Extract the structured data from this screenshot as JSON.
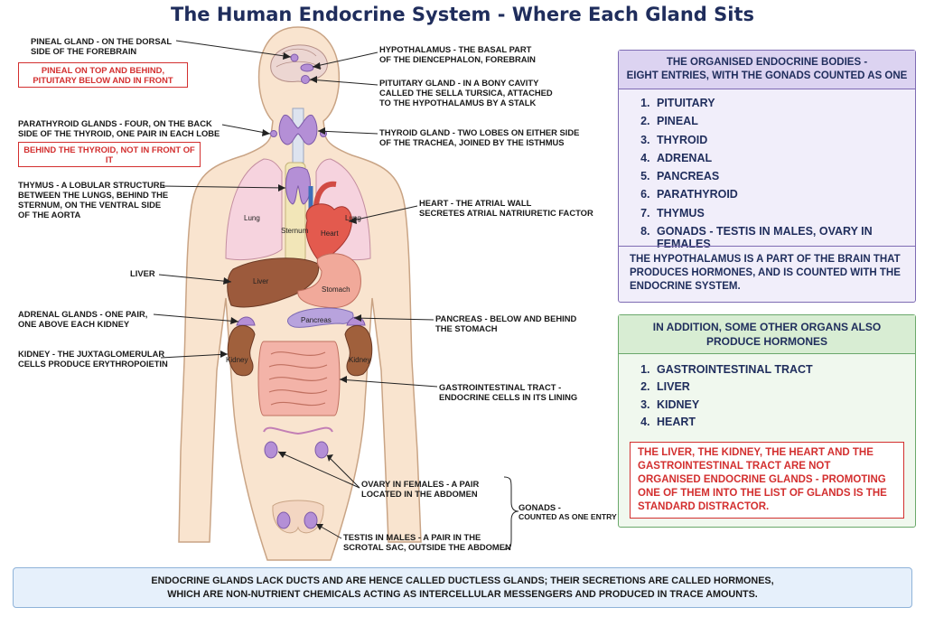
{
  "title": "The Human Endocrine System - Where Each Gland Sits",
  "labels": {
    "pineal": {
      "head": "PINEAL GLAND - ON THE DORSAL",
      "tail": "SIDE OF THE FOREBRAIN"
    },
    "pineal_note": {
      "l1": "PINEAL ON TOP AND BEHIND,",
      "l2": "PITUITARY BELOW AND IN FRONT"
    },
    "hypothalamus": {
      "l1": "HYPOTHALAMUS - THE BASAL PART",
      "l2": "OF THE DIENCEPHALON, FOREBRAIN"
    },
    "pituitary": {
      "l1": "PITUITARY GLAND - IN A BONY CAVITY",
      "l2": "CALLED THE SELLA TURSICA, ATTACHED",
      "l3": "TO THE HYPOTHALAMUS BY A STALK"
    },
    "parathyroid": {
      "l1": "PARATHYROID GLANDS - FOUR, ON THE BACK",
      "l2": "SIDE OF THE THYROID, ONE PAIR IN EACH LOBE"
    },
    "parathyroid_note": "BEHIND THE THYROID, NOT IN FRONT OF IT",
    "thyroid": {
      "l1": "THYROID GLAND - TWO LOBES ON EITHER SIDE",
      "l2": "OF THE TRACHEA, JOINED BY THE ISTHMUS"
    },
    "thymus": {
      "l1": "THYMUS - A LOBULAR STRUCTURE",
      "l2": "BETWEEN THE LUNGS, BEHIND THE",
      "l3": "STERNUM, ON THE VENTRAL SIDE",
      "l4": "OF THE AORTA"
    },
    "heart": {
      "l1": "HEART - THE ATRIAL WALL",
      "l2": "SECRETES ATRIAL NATRIURETIC FACTOR"
    },
    "liver": "LIVER",
    "adrenal": {
      "l1": "ADRENAL GLANDS - ONE PAIR,",
      "l2": "ONE ABOVE EACH KIDNEY"
    },
    "pancreas": {
      "l1": "PANCREAS - BELOW AND BEHIND",
      "l2": "THE STOMACH"
    },
    "kidney": {
      "l1": "KIDNEY - THE JUXTAGLOMERULAR",
      "l2": "CELLS PRODUCE ERYTHROPOIETIN"
    },
    "gi": {
      "l1": "GASTROINTESTINAL TRACT -",
      "l2": "ENDOCRINE CELLS IN ITS LINING"
    },
    "ovary": {
      "l1": "OVARY IN FEMALES - A PAIR",
      "l2": "LOCATED IN THE ABDOMEN"
    },
    "testis": {
      "l1": "TESTIS IN MALES - A PAIR IN THE",
      "l2": "SCROTAL SAC, OUTSIDE THE ABDOMEN"
    },
    "gonads": {
      "head": "GONADS -",
      "sub": "COUNTED AS ONE ENTRY"
    }
  },
  "organ_labels": {
    "lung_left": "Lung",
    "lung_right": "Lung",
    "sternum": "Sternum",
    "heart": "Heart",
    "liver": "Liver",
    "stomach": "Stomach",
    "pancreas": "Pancreas",
    "kidney_left": "Kidney",
    "kidney_right": "Kidney"
  },
  "panel1": {
    "head_l1": "THE ORGANISED ENDOCRINE BODIES -",
    "head_l2": "EIGHT ENTRIES, WITH THE GONADS COUNTED AS ONE",
    "items": [
      "PITUITARY",
      "PINEAL",
      "THYROID",
      "ADRENAL",
      "PANCREAS",
      "PARATHYROID",
      "THYMUS",
      "GONADS - TESTIS IN MALES, OVARY IN FEMALES"
    ],
    "note": "THE HYPOTHALAMUS IS A PART OF THE BRAIN THAT PRODUCES HORMONES, AND IS COUNTED WITH THE ENDOCRINE SYSTEM."
  },
  "panel2": {
    "head_l1": "IN ADDITION, SOME OTHER ORGANS ALSO",
    "head_l2": "PRODUCE HORMONES",
    "items": [
      "GASTROINTESTINAL TRACT",
      "LIVER",
      "KIDNEY",
      "HEART"
    ],
    "warning": "THE LIVER, THE KIDNEY, THE HEART AND THE GASTROINTESTINAL TRACT ARE NOT ORGANISED ENDOCRINE GLANDS - PROMOTING ONE OF THEM INTO THE LIST OF GLANDS IS THE STANDARD DISTRACTOR."
  },
  "footer": {
    "l1": "ENDOCRINE GLANDS LACK DUCTS AND ARE HENCE CALLED DUCTLESS GLANDS; THEIR SECRETIONS ARE CALLED HORMONES,",
    "l2": "WHICH ARE NON-NUTRIENT CHEMICALS ACTING AS INTERCELLULAR MESSENGERS AND PRODUCED IN TRACE AMOUNTS."
  },
  "colors": {
    "gland": "#b48fd6",
    "skin": "#f9e4cf",
    "lung": "#f6d3de",
    "liver": "#9c5a3c",
    "kidney": "#a0603c",
    "stomach": "#f1a99a",
    "intestine": "#f3b3a8",
    "heart": "#e35a4e",
    "title": "#1f2d5c",
    "warning": "#d32f2f"
  }
}
